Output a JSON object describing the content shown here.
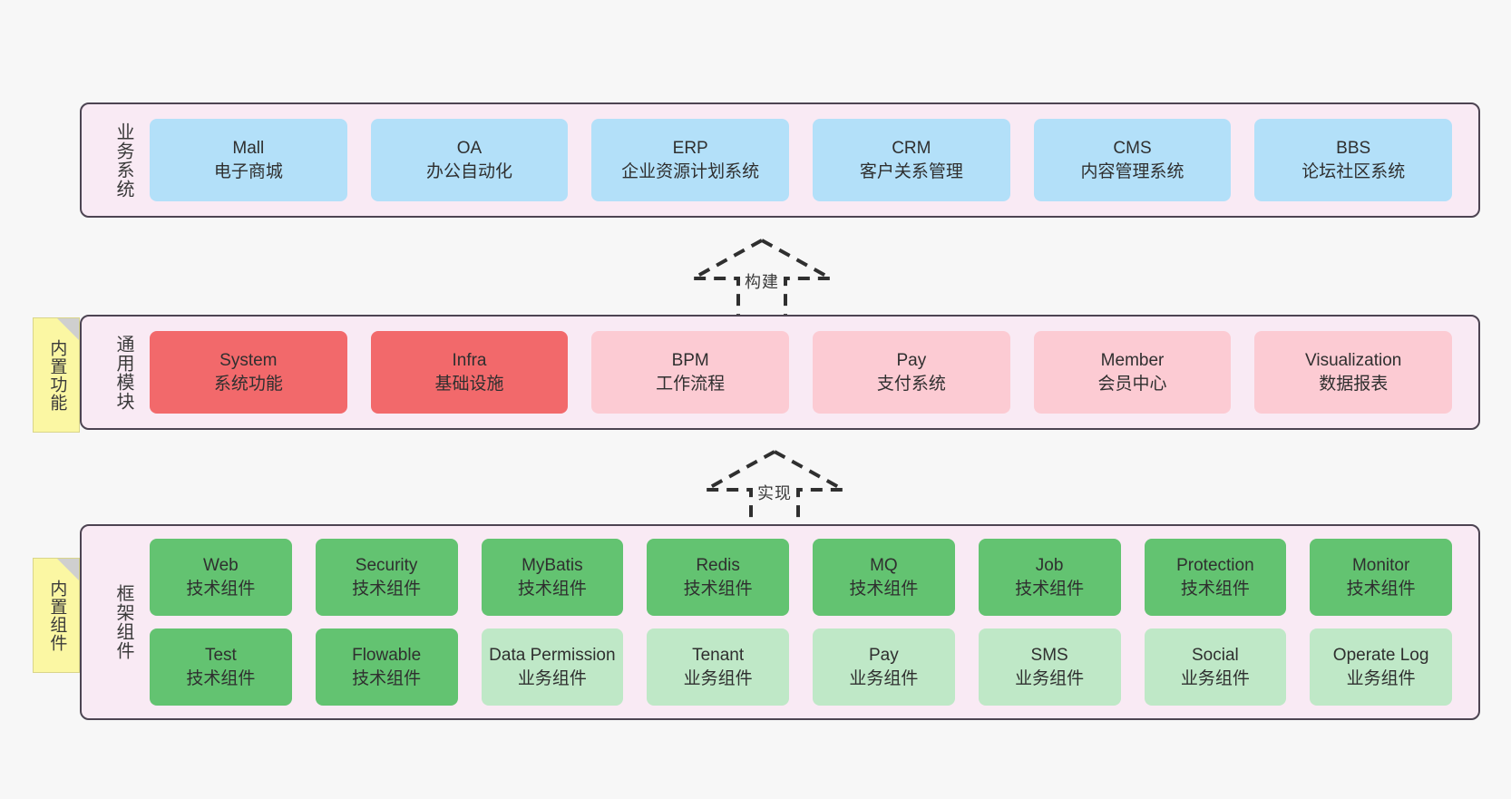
{
  "diagram": {
    "background_color": "#f7f7f7",
    "layer_fill": "#f9eaf4",
    "layer_border": "#4d4452",
    "note_fill": "#fbf7a3"
  },
  "layers": [
    {
      "id": "business",
      "title": "业务系统",
      "color": "#b3e0f9",
      "cards": [
        {
          "name": "Mall",
          "sub": "电子商城",
          "color": "#b3e0f9"
        },
        {
          "name": "OA",
          "sub": "办公自动化",
          "color": "#b3e0f9"
        },
        {
          "name": "ERP",
          "sub": "企业资源计划系统",
          "color": "#b3e0f9"
        },
        {
          "name": "CRM",
          "sub": "客户关系管理",
          "color": "#b3e0f9"
        },
        {
          "name": "CMS",
          "sub": "内容管理系统",
          "color": "#b3e0f9"
        },
        {
          "name": "BBS",
          "sub": "论坛社区系统",
          "color": "#b3e0f9"
        }
      ]
    },
    {
      "id": "common",
      "title": "通用模块",
      "cards": [
        {
          "name": "System",
          "sub": "系统功能",
          "color": "#f2696b"
        },
        {
          "name": "Infra",
          "sub": "基础设施",
          "color": "#f2696b"
        },
        {
          "name": "BPM",
          "sub": "工作流程",
          "color": "#fccbd3"
        },
        {
          "name": "Pay",
          "sub": "支付系统",
          "color": "#fccbd3"
        },
        {
          "name": "Member",
          "sub": "会员中心",
          "color": "#fccbd3"
        },
        {
          "name": "Visualization",
          "sub": "数据报表",
          "color": "#fccbd3"
        }
      ]
    },
    {
      "id": "framework",
      "title": "框架组件",
      "rows": [
        [
          {
            "name": "Web",
            "sub": "技术组件",
            "color": "#63c371"
          },
          {
            "name": "Security",
            "sub": "技术组件",
            "color": "#63c371"
          },
          {
            "name": "MyBatis",
            "sub": "技术组件",
            "color": "#63c371"
          },
          {
            "name": "Redis",
            "sub": "技术组件",
            "color": "#63c371"
          },
          {
            "name": "MQ",
            "sub": "技术组件",
            "color": "#63c371"
          },
          {
            "name": "Job",
            "sub": "技术组件",
            "color": "#63c371"
          },
          {
            "name": "Protection",
            "sub": "技术组件",
            "color": "#63c371"
          },
          {
            "name": "Monitor",
            "sub": "技术组件",
            "color": "#63c371"
          }
        ],
        [
          {
            "name": "Test",
            "sub": "技术组件",
            "color": "#63c371"
          },
          {
            "name": "Flowable",
            "sub": "技术组件",
            "color": "#63c371"
          },
          {
            "name": "Data Permission",
            "sub": "业务组件",
            "color": "#bfe8c7",
            "wrap": true
          },
          {
            "name": "Tenant",
            "sub": "业务组件",
            "color": "#bfe8c7"
          },
          {
            "name": "Pay",
            "sub": "业务组件",
            "color": "#bfe8c7"
          },
          {
            "name": "SMS",
            "sub": "业务组件",
            "color": "#bfe8c7"
          },
          {
            "name": "Social",
            "sub": "业务组件",
            "color": "#bfe8c7"
          },
          {
            "name": "Operate Log",
            "sub": "业务组件",
            "color": "#bfe8c7"
          }
        ]
      ]
    }
  ],
  "notes": [
    {
      "id": "functions",
      "text": "内置功能"
    },
    {
      "id": "components",
      "text": "内置组件"
    }
  ],
  "arrows": [
    {
      "id": "build",
      "label": "构建"
    },
    {
      "id": "impl",
      "label": "实现"
    }
  ]
}
